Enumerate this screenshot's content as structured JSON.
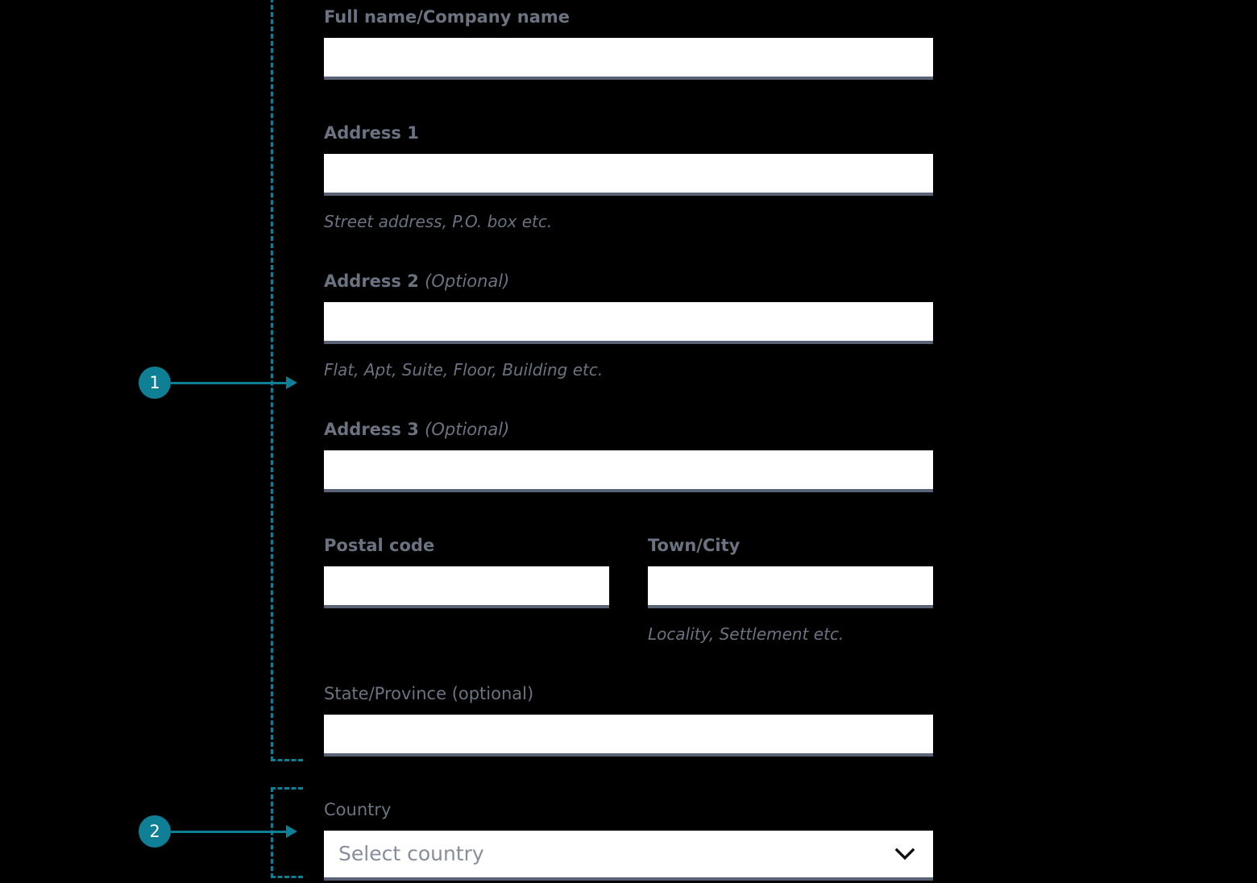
{
  "theme": {
    "background": "#000000",
    "accent_teal": "#0f7f96",
    "label_color": "#6b7280",
    "input_background": "#ffffff",
    "input_underline": "#5a6375",
    "placeholder_color": "#878d99"
  },
  "callouts": [
    {
      "number": "1",
      "target": "address-block"
    },
    {
      "number": "2",
      "target": "country-block"
    }
  ],
  "form": {
    "fields": [
      {
        "id": "full-name",
        "label": "Full name/Company name",
        "label_weight": "bold",
        "optional_suffix": "",
        "value": "",
        "placeholder": "",
        "helper": ""
      },
      {
        "id": "address-1",
        "label": "Address 1",
        "label_weight": "bold",
        "optional_suffix": "",
        "value": "",
        "placeholder": "",
        "helper": "Street address, P.O. box etc."
      },
      {
        "id": "address-2",
        "label": "Address 2",
        "label_weight": "bold",
        "optional_suffix": "(Optional)",
        "value": "",
        "placeholder": "",
        "helper": "Flat, Apt, Suite, Floor, Building etc."
      },
      {
        "id": "address-3",
        "label": "Address 3",
        "label_weight": "bold",
        "optional_suffix": "(Optional)",
        "value": "",
        "placeholder": "",
        "helper": ""
      },
      {
        "id": "postal-code",
        "label": "Postal code",
        "label_weight": "bold",
        "optional_suffix": "",
        "value": "",
        "placeholder": "",
        "helper": ""
      },
      {
        "id": "town-city",
        "label": "Town/City",
        "label_weight": "bold",
        "optional_suffix": "",
        "value": "",
        "placeholder": "",
        "helper": "Locality, Settlement etc."
      },
      {
        "id": "state-province",
        "label": "State/Province (optional)",
        "label_weight": "regular",
        "optional_suffix": "",
        "value": "",
        "placeholder": "",
        "helper": ""
      },
      {
        "id": "country",
        "label": "Country",
        "label_weight": "regular",
        "optional_suffix": "",
        "value": "",
        "placeholder": "Select country",
        "helper": "",
        "type": "select",
        "selected_text": "Select country",
        "chevron": "chevron-down-icon"
      }
    ]
  }
}
